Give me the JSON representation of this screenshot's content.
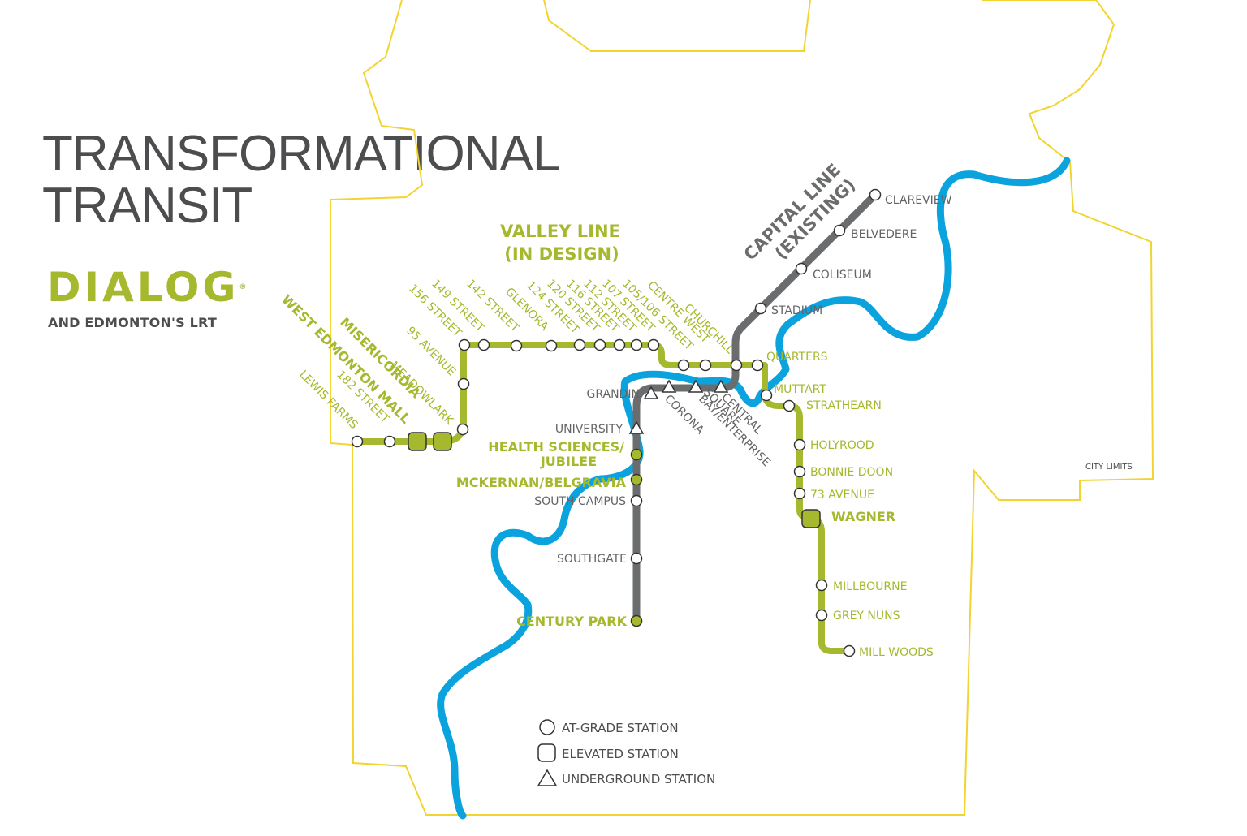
{
  "title": {
    "line1": "TRANSFORMATIONAL",
    "line2": "TRANSIT"
  },
  "brand": {
    "logo_text": "DIALOG",
    "logo_mark": "®",
    "subtitle": "AND EDMONTON'S LRT"
  },
  "colors": {
    "valley_line": "#a6b82e",
    "capital_line": "#6b6c6e",
    "river": "#0aa3dd",
    "city_limits": "#f2d431",
    "text_dark": "#4d4d4f"
  },
  "city_limits_label": "CITY LIMITS",
  "lines": {
    "valley": {
      "line1": "VALLEY LINE",
      "line2": "(IN DESIGN)"
    },
    "capital": {
      "line1": "CAPITAL LINE",
      "line2": "(EXISTING)"
    }
  },
  "stations": {
    "lewis_farms": "LEWIS FARMS",
    "st182": "182 STREET",
    "wem": "WEST EDMONTON MALL",
    "misericordia": "MISERICORDIA",
    "meadowlark": "MEADOWLARK",
    "ave95": "95 AVENUE",
    "st156": "156 STREET",
    "st149": "149 STREET",
    "st142": "142 STREET",
    "glenora": "GLENORA",
    "st124": "124 STREET",
    "st120": "120 STREET",
    "st116": "116 STREET",
    "st112": "112 STREET",
    "st107": "107 STREET",
    "st105": "105/106 STREET",
    "centre_west": "CENTRE WEST",
    "churchill": "CHURCHILL",
    "quarters": "QUARTERS",
    "muttart": "MUTTART",
    "strathearn": "STRATHEARN",
    "holyrood": "HOLYROOD",
    "bonnie_doon": "BONNIE DOON",
    "ave73": "73 AVENUE",
    "wagner": "WAGNER",
    "millbourne": "MILLBOURNE",
    "grey_nuns": "GREY NUNS",
    "mill_woods": "MILL WOODS",
    "clareview": "CLAREVIEW",
    "belvedere": "BELVEDERE",
    "coliseum": "COLISEUM",
    "stadium": "STADIUM",
    "grandin": "GRANDIN",
    "corona": "CORONA",
    "bay": "BAY/ENTERPRISE",
    "square": "SQUARE",
    "central": "CENTRAL",
    "university": "UNIVERSITY",
    "health1": "HEALTH SCIENCES/",
    "health2": "JUBILEE",
    "mckernan": "MCKERNAN/BELGRAVIA",
    "south_campus": "SOUTH CAMPUS",
    "southgate": "SOUTHGATE",
    "century_park": "CENTURY PARK"
  },
  "legend": {
    "at_grade": "AT-GRADE STATION",
    "elevated": "ELEVATED STATION",
    "underground": "UNDERGROUND STATION"
  }
}
